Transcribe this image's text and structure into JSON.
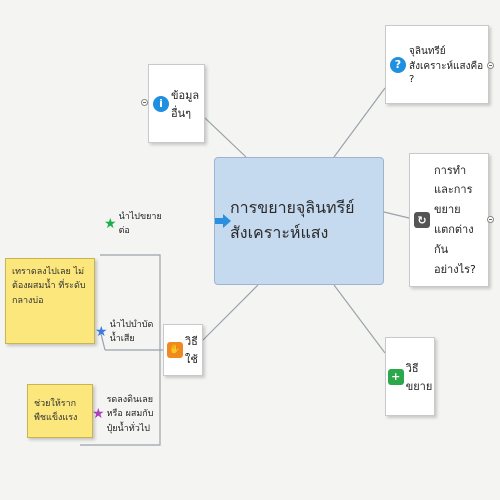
{
  "central": {
    "title": "การขยายจุลินทรีย์สังเคราะห์แสง",
    "icon": "arrow-right-icon"
  },
  "branches": {
    "other_info": {
      "label": "ข้อมูลอื่นๆ",
      "icon": "info-icon",
      "icon_char": "i",
      "color": "#1f8fe0"
    },
    "what_is": {
      "label": "จุลินทรีย์สังเคราะห์แสงคือ ?",
      "icon": "question-icon",
      "icon_char": "?",
      "color": "#1f8fe0"
    },
    "preparation": {
      "label": "การทำและการขยาย แตกต่างกันอย่างไร?",
      "icon": "share-icon",
      "icon_char": "↻",
      "color": "#555555"
    },
    "method": {
      "label": "วิธีขยาย",
      "icon": "plus-icon",
      "icon_char": "+",
      "color": "#2aa84a"
    },
    "usage": {
      "label": "วิธีใช้",
      "icon": "hand-icon",
      "icon_char": "✋",
      "color": "#f08a1f"
    }
  },
  "usage_leaves": [
    {
      "text": "นำไปขยายต่อ",
      "icon": "star-icon",
      "color": "#1db04a"
    },
    {
      "text": "นำไปบำบัดน้ำเสีย",
      "icon": "star-icon",
      "color": "#3a7be0"
    },
    {
      "text": "รดลงดินเลย หรือ ผสมกับปุ๋ยน้ำทั่วไป",
      "icon": "star-icon",
      "color": "#b040c0"
    }
  ],
  "notes": [
    "เทราดลงไปเลย ไม่ต้องผสมน้ำ ที่ระดับกลางบ่อ",
    "ช่วยให้รากพืชแข็งแรง"
  ],
  "colors": {
    "link": "#9aa2ab",
    "central_bg": "#c5d9ef"
  }
}
